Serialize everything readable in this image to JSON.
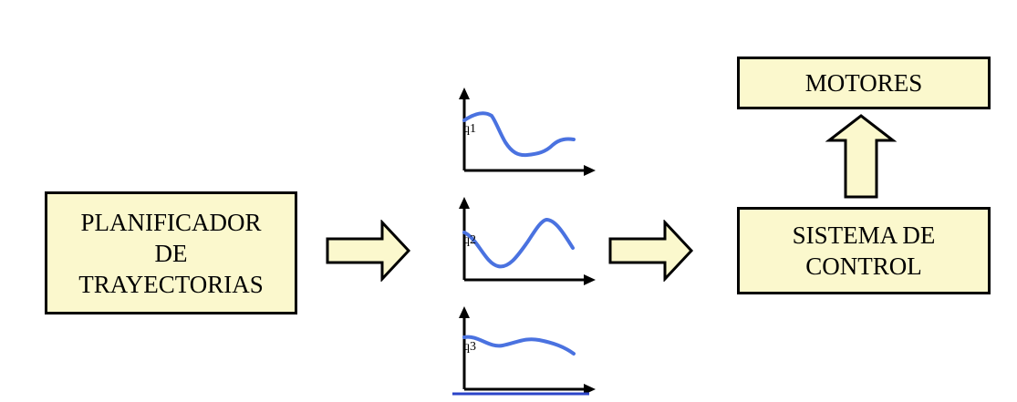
{
  "planner": {
    "lines": [
      "PLANIFICADOR",
      "DE",
      "TRAYECTORIAS"
    ]
  },
  "motors": {
    "label": "MOTORES"
  },
  "control": {
    "lines": [
      "SISTEMA DE",
      "CONTROL"
    ]
  },
  "plots": [
    {
      "label": "q1"
    },
    {
      "label": "q2"
    },
    {
      "label": "q3"
    }
  ],
  "colors": {
    "box_fill": "#fbf8cd",
    "arrow_fill": "#fbf8cd",
    "curve": "#4a72e0",
    "axis": "#000000"
  },
  "icons": {
    "right_arrow": "right-block-arrow-icon",
    "up_arrow": "up-block-arrow-icon"
  }
}
